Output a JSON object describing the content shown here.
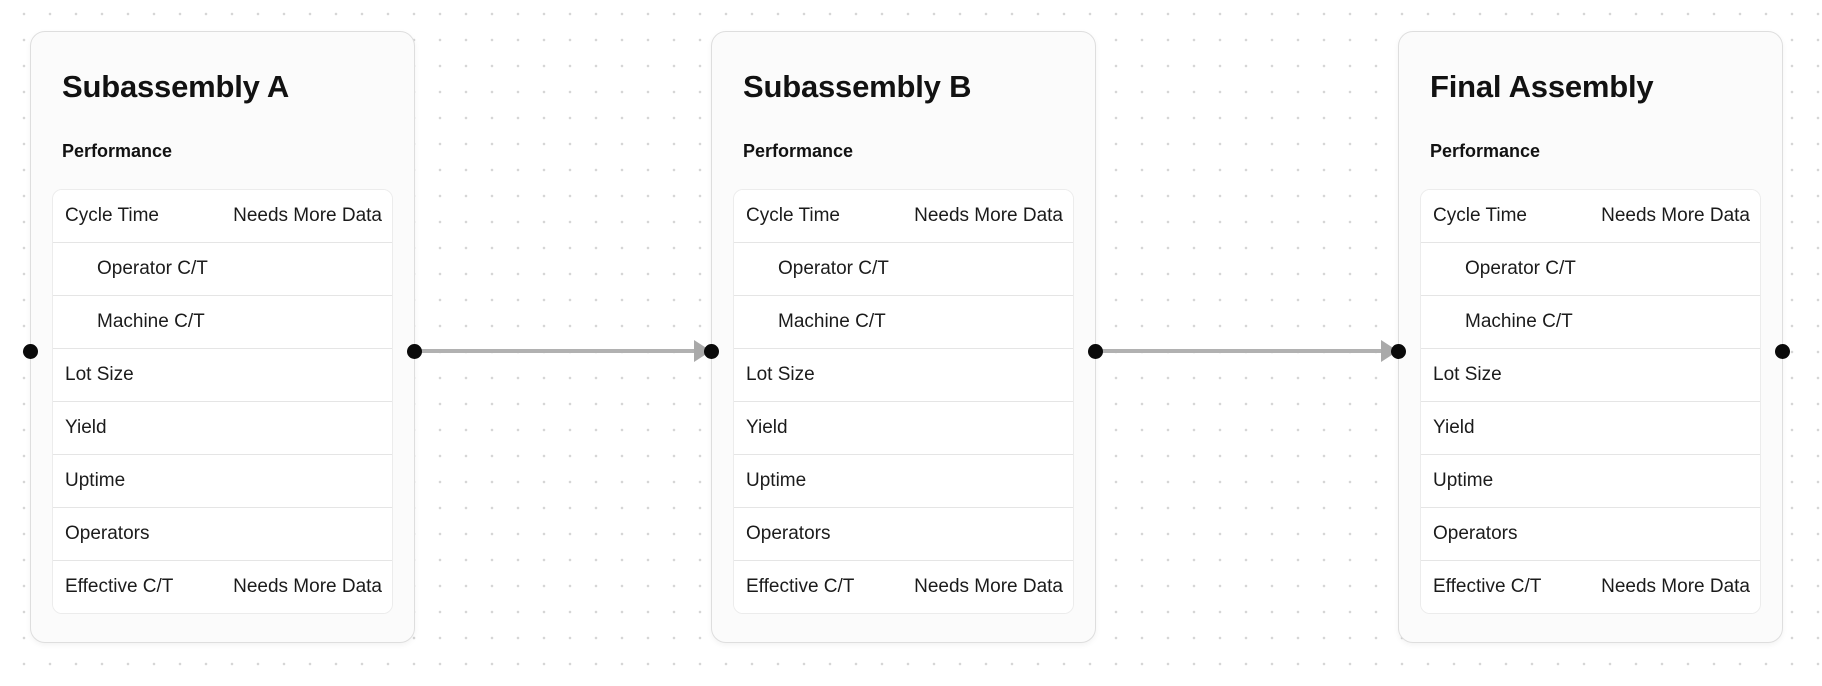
{
  "canvas": {
    "background_color": "#ffffff",
    "grid_dot_color": "#d6d6d6"
  },
  "colors": {
    "node_background": "#fbfbfb",
    "node_border": "#dedede",
    "table_background": "#ffffff",
    "row_separator": "#e5e5e5",
    "text": "#121212",
    "edge": "#b1b1b1",
    "handle": "#0a0a0a"
  },
  "nodes": [
    {
      "id": "subassembly-a",
      "title": "Subassembly A",
      "section_label": "Performance",
      "rows": [
        {
          "label": "Cycle Time",
          "value": "Needs More Data",
          "indent": false
        },
        {
          "label": "Operator C/T",
          "value": "",
          "indent": true
        },
        {
          "label": "Machine C/T",
          "value": "",
          "indent": true
        },
        {
          "label": "Lot Size",
          "value": "",
          "indent": false
        },
        {
          "label": "Yield",
          "value": "",
          "indent": false
        },
        {
          "label": "Uptime",
          "value": "",
          "indent": false
        },
        {
          "label": "Operators",
          "value": "",
          "indent": false
        },
        {
          "label": "Effective C/T",
          "value": "Needs More Data",
          "indent": false
        }
      ]
    },
    {
      "id": "subassembly-b",
      "title": "Subassembly B",
      "section_label": "Performance",
      "rows": [
        {
          "label": "Cycle Time",
          "value": "Needs More Data",
          "indent": false
        },
        {
          "label": "Operator C/T",
          "value": "",
          "indent": true
        },
        {
          "label": "Machine C/T",
          "value": "",
          "indent": true
        },
        {
          "label": "Lot Size",
          "value": "",
          "indent": false
        },
        {
          "label": "Yield",
          "value": "",
          "indent": false
        },
        {
          "label": "Uptime",
          "value": "",
          "indent": false
        },
        {
          "label": "Operators",
          "value": "",
          "indent": false
        },
        {
          "label": "Effective C/T",
          "value": "Needs More Data",
          "indent": false
        }
      ]
    },
    {
      "id": "final-assembly",
      "title": "Final Assembly",
      "section_label": "Performance",
      "rows": [
        {
          "label": "Cycle Time",
          "value": "Needs More Data",
          "indent": false
        },
        {
          "label": "Operator C/T",
          "value": "",
          "indent": true
        },
        {
          "label": "Machine C/T",
          "value": "",
          "indent": true
        },
        {
          "label": "Lot Size",
          "value": "",
          "indent": false
        },
        {
          "label": "Yield",
          "value": "",
          "indent": false
        },
        {
          "label": "Uptime",
          "value": "",
          "indent": false
        },
        {
          "label": "Operators",
          "value": "",
          "indent": false
        },
        {
          "label": "Effective C/T",
          "value": "Needs More Data",
          "indent": false
        }
      ]
    }
  ],
  "edges": [
    {
      "from": "Subassembly A",
      "to": "Subassembly B"
    },
    {
      "from": "Subassembly B",
      "to": "Final Assembly"
    }
  ]
}
